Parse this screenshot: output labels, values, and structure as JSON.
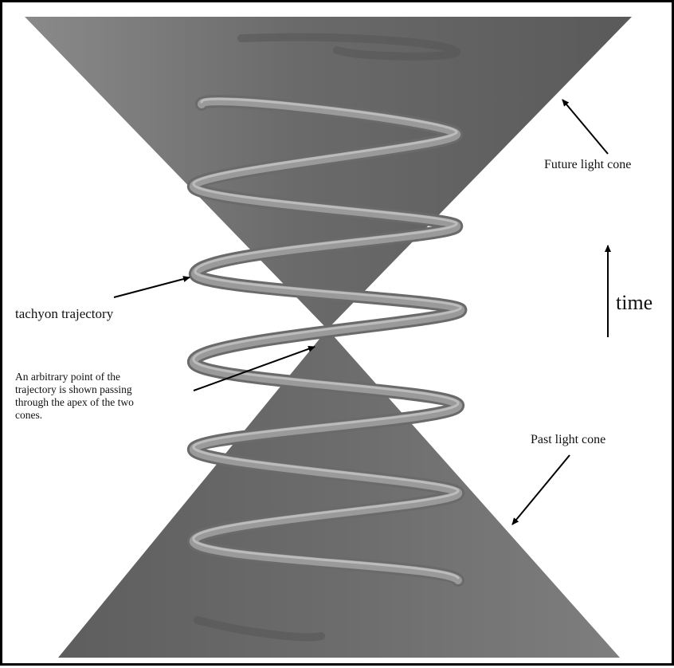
{
  "labels": {
    "future_light_cone": "Future light cone",
    "tachyon_trajectory": "tachyon trajectory",
    "time": "time",
    "past_light_cone": "Past light cone",
    "apex_note": [
      "An arbitrary point of the",
      "trajectory is shown passing",
      "through the apex of the two",
      "cones."
    ]
  },
  "colors": {
    "cone_fill": "#6e6e6e",
    "cone_dark": "#5a5a5a",
    "helix": "#8a8a8a",
    "helix_highlight": "#b8b8b8",
    "arrow": "#000000",
    "background": "#ffffff"
  }
}
